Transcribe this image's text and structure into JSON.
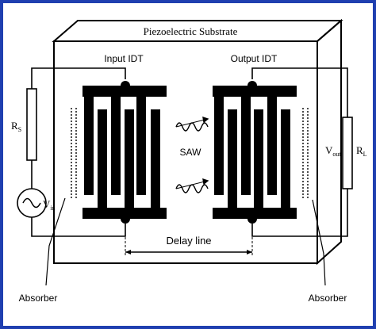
{
  "diagram": {
    "substrate_label": "Piezoelectric Substrate",
    "input_idt_label": "Input IDT",
    "output_idt_label": "Output IDT",
    "saw_label": "SAW",
    "delay_line_label": "Delay line",
    "rs_label": {
      "main": "R",
      "sub": "S"
    },
    "vin_label": {
      "main": "V",
      "sub": "in"
    },
    "vout_label": {
      "main": "V",
      "sub": "out"
    },
    "rl_label": {
      "main": "R",
      "sub": "L"
    },
    "absorber_left_label": "Absorber",
    "absorber_right_label": "Absorber"
  },
  "colors": {
    "frame_border": "#1f3fb0",
    "line": "#000000",
    "background": "#ffffff"
  }
}
